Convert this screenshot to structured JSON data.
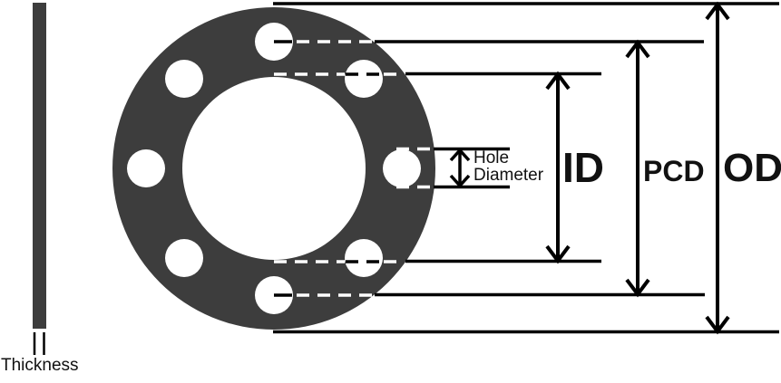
{
  "diagram": {
    "type": "flange-dimension-diagram",
    "labels": {
      "od": "OD",
      "pcd": "PCD",
      "id": "ID",
      "hole_diameter_line1": "Hole",
      "hole_diameter_line2": "Diameter",
      "thickness": "Thickness"
    },
    "features": {
      "bolt_hole_count": 8,
      "views": [
        "side-profile-thickness",
        "face-view"
      ]
    },
    "colors": {
      "flange": "#3d3d3d",
      "dimension_lines": "#000000",
      "dash_on_flange": "#ffffff",
      "background": "#ffffff",
      "text": "#111111"
    }
  }
}
